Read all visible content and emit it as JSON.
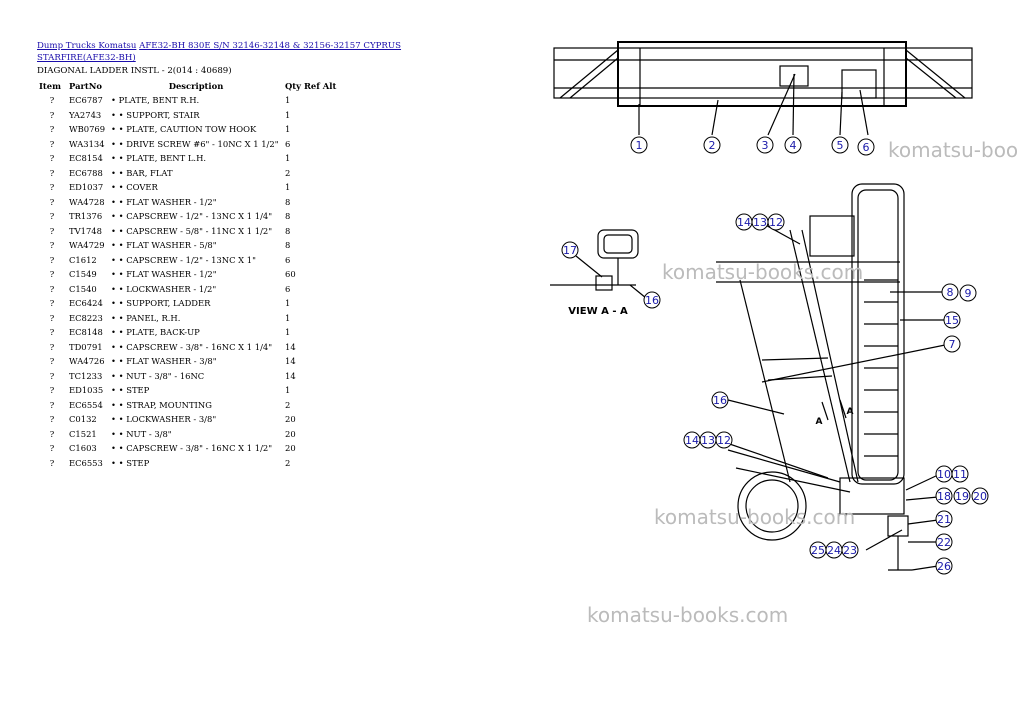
{
  "breadcrumb": {
    "link1": "Dump Trucks Komatsu",
    "link2": "AFE32-BH 830E S/N 32146-32148 & 32156-32157 CYPRUS STARFIRE(AFE32-BH)"
  },
  "subtitle": "DIAGONAL LADDER INSTL - 2(014 : 40689)",
  "table": {
    "headers": [
      "Item",
      "PartNo",
      "Description",
      "Qty",
      "Ref",
      "Alt"
    ],
    "rows": [
      [
        "?",
        "EC6787",
        "• PLATE, BENT R.H.",
        "1"
      ],
      [
        "?",
        "YA2743",
        "• • SUPPORT, STAIR",
        "1"
      ],
      [
        "?",
        "WB0769",
        "• • PLATE, CAUTION TOW HOOK",
        "1"
      ],
      [
        "?",
        "WA3134",
        "• • DRIVE SCREW #6\" - 10NC X 1 1/2\"",
        "6"
      ],
      [
        "?",
        "EC8154",
        "• • PLATE, BENT L.H.",
        "1"
      ],
      [
        "?",
        "EC6788",
        "• • BAR, FLAT",
        "2"
      ],
      [
        "?",
        "ED1037",
        "• • COVER",
        "1"
      ],
      [
        "?",
        "WA4728",
        "• • FLAT WASHER - 1/2\"",
        "8"
      ],
      [
        "?",
        "TR1376",
        "• • CAPSCREW - 1/2\" - 13NC X 1 1/4\"",
        "8"
      ],
      [
        "?",
        "TV1748",
        "• • CAPSCREW - 5/8\" - 11NC X 1 1/2\"",
        "8"
      ],
      [
        "?",
        "WA4729",
        "• • FLAT WASHER - 5/8\"",
        "8"
      ],
      [
        "?",
        "C1612",
        "• • CAPSCREW - 1/2\" - 13NC X 1\"",
        "6"
      ],
      [
        "?",
        "C1549",
        "• • FLAT WASHER - 1/2\"",
        "60"
      ],
      [
        "?",
        "C1540",
        "• • LOCKWASHER - 1/2\"",
        "6"
      ],
      [
        "?",
        "EC6424",
        "• • SUPPORT, LADDER",
        "1"
      ],
      [
        "?",
        "EC8223",
        "• • PANEL, R.H.",
        "1"
      ],
      [
        "?",
        "EC8148",
        "• • PLATE, BACK-UP",
        "1"
      ],
      [
        "?",
        "TD0791",
        "• • CAPSCREW - 3/8\" - 16NC X 1 1/4\"",
        "14"
      ],
      [
        "?",
        "WA4726",
        "• • FLAT WASHER - 3/8\"",
        "14"
      ],
      [
        "?",
        "TC1233",
        "• • NUT - 3/8\" - 16NC",
        "14"
      ],
      [
        "?",
        "ED1035",
        "• • STEP",
        "1"
      ],
      [
        "?",
        "EC6554",
        "• • STRAP, MOUNTING",
        "2"
      ],
      [
        "?",
        "C0132",
        "• • LOCKWASHER - 3/8\"",
        "20"
      ],
      [
        "?",
        "C1521",
        "• • NUT - 3/8\"",
        "20"
      ],
      [
        "?",
        "C1603",
        "• • CAPSCREW - 3/8\" - 16NC X 1 1/2\"",
        "20"
      ],
      [
        "?",
        "EC6553",
        "• • STEP",
        "2"
      ]
    ]
  },
  "diagram": {
    "view_label": "VIEW A - A",
    "arrow_label": "A",
    "callouts_top": [
      "1",
      "2",
      "3",
      "4",
      "5",
      "6"
    ],
    "callouts_main": [
      "14",
      "13",
      "12",
      "17",
      "16",
      "8",
      "9",
      "15",
      "7",
      "16",
      "14",
      "13",
      "12",
      "10",
      "11",
      "18",
      "19",
      "20",
      "21",
      "22",
      "25",
      "24",
      "23",
      "26"
    ]
  },
  "watermark": "komatsu-books.com",
  "watermark_cut": "komatsu-boo"
}
